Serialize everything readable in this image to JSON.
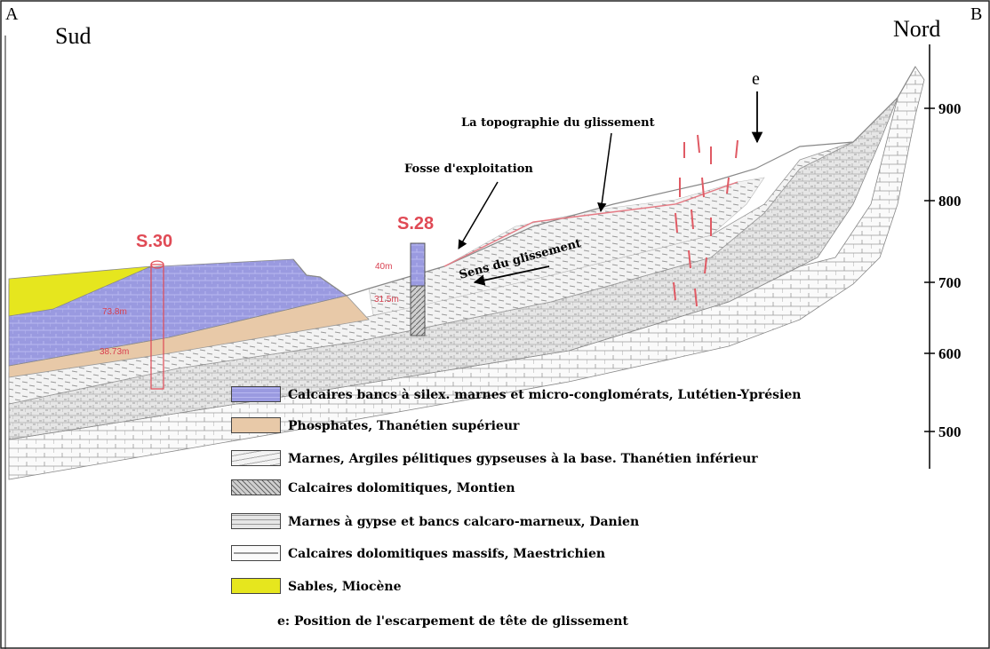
{
  "corners": {
    "left": "A",
    "right": "B"
  },
  "directions": {
    "south": "Sud",
    "north": "Nord"
  },
  "annotations": {
    "topography": "La topographie du glissement",
    "pit": "Fosse d'exploitation",
    "slide_direction": "Sens du glissement",
    "escarpment_marker": "e"
  },
  "boreholes": {
    "s30": {
      "name": "S.30",
      "depth_top": "73.8m",
      "depth_bottom": "38.73m"
    },
    "s28": {
      "name": "S.28",
      "depth_top": "40m",
      "depth_bottom": "31.5m"
    }
  },
  "elevation_scale": [
    "900",
    "800",
    "700",
    "600",
    "500"
  ],
  "legend": {
    "items": [
      {
        "label": "Calcaires bancs à silex. marnes et micro-conglomérats, Lutétien-Yprésien",
        "color": "#9a9ae0",
        "pattern": "brick-blue"
      },
      {
        "label": "Phosphates, Thanétien supérieur",
        "color": "#e8c9a8",
        "pattern": "solid"
      },
      {
        "label": "Marnes, Argiles pélitiques gypseuses à la base. Thanétien inférieur",
        "color": "#f2f2f2",
        "pattern": "dashes"
      },
      {
        "label": "Calcaires dolomitiques, Montien",
        "color": "#cfcfcf",
        "pattern": "dark-hatch"
      },
      {
        "label": "Marnes à gypse et bancs calcaro-marneux, Danien",
        "color": "#e4e4e4",
        "pattern": "brick-grey"
      },
      {
        "label": "Calcaires dolomitiques massifs, Maestrichien",
        "color": "#fafafa",
        "pattern": "block"
      },
      {
        "label": "Sables, Miocène",
        "color": "#e6e61e",
        "pattern": "solid"
      }
    ],
    "note": "e: Position de l'escarpement de tête de glissement"
  },
  "colors": {
    "borehole_red": "#e04a55",
    "fault_red": "#e05a64",
    "topography_red": "#e57a84"
  }
}
